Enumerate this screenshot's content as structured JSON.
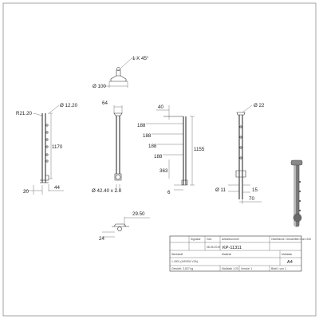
{
  "drawing": {
    "dims": {
      "chamfer": "1 X 45°",
      "dia_100": "Ø 100",
      "r2120": "R21.20",
      "dia_1220": "Ø 12.20",
      "h1170": "1170",
      "d20": "20",
      "d44": "44",
      "d64": "64",
      "dia_tube": "Ø 42.40 x 2.0",
      "d40": "40",
      "d188_1": "188",
      "d188_2": "188",
      "d188_3": "188",
      "d188_4": "188",
      "h1155": "1155",
      "d363": "363",
      "d6": "6",
      "dia_22": "Ø 22",
      "dia_11": "Ø 11",
      "d15": "15",
      "d70": "70",
      "d2950": "29.50",
      "d24": "24"
    }
  },
  "title_block": {
    "c1": "",
    "c2": "Signatur",
    "c3": "Gez.",
    "c4": "Artikelnummer",
    "c5": "Oberfläche: Geschliffen Korn 240",
    "c6": "08.05.2019",
    "article_no": "KP-11311",
    "c8": "Material",
    "c9": "Werkstoff",
    "c10": "Maßstab",
    "c11": "1.4301 (AISI304 V2A)",
    "format": "A4",
    "c13": "Gewicht: 3,827 kg",
    "c14": "Maßstab 1:20",
    "c15": "Version 1",
    "c16": "Blatt 1 von 1"
  }
}
